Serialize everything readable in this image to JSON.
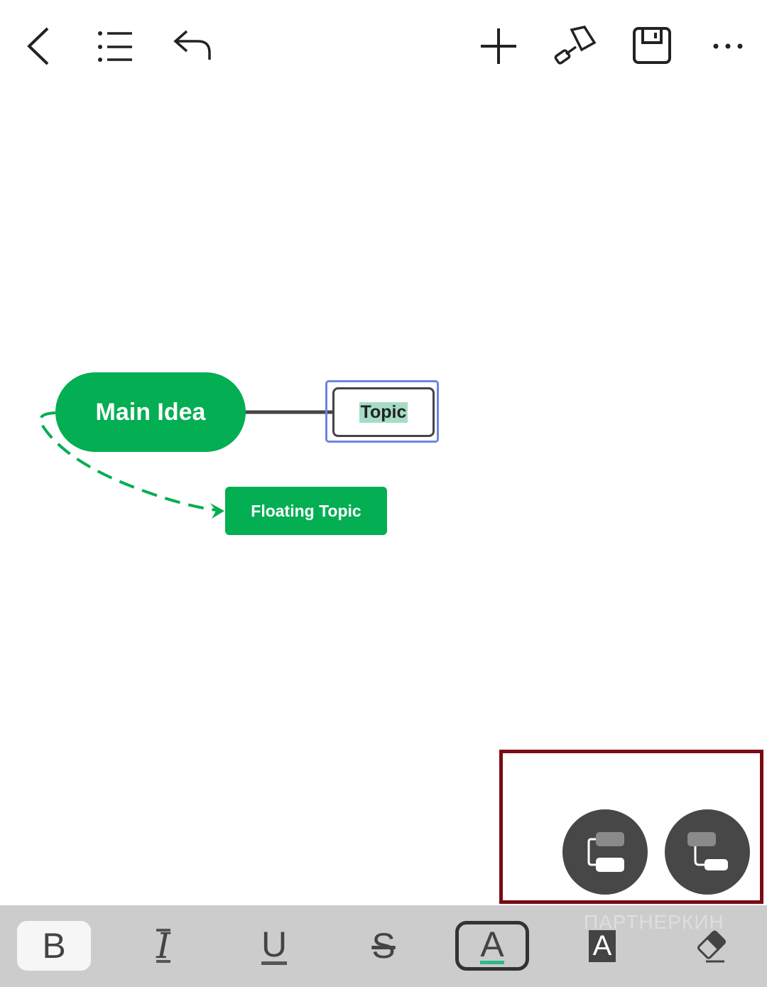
{
  "toolbar": {
    "icons": [
      "back-icon",
      "outline-list-icon",
      "undo-icon",
      "add-icon",
      "format-painter-icon",
      "save-icon",
      "more-icon"
    ]
  },
  "mindmap": {
    "main_idea": "Main Idea",
    "topic": "Topic",
    "floating_topic": "Floating Topic",
    "colors": {
      "node": "#04ae52",
      "selection": "#6d84e0",
      "highlight": "#a6dcc5"
    }
  },
  "layout_buttons": [
    "layout-left-tree-icon",
    "layout-right-tree-icon"
  ],
  "format_bar": {
    "bold": "B",
    "italic": "I",
    "underline": "U",
    "strikethrough": "S",
    "text_color": "A",
    "text_background": "A",
    "text_color_accent": "#2db98a"
  },
  "watermark": "ПАРТНЕРКИН"
}
